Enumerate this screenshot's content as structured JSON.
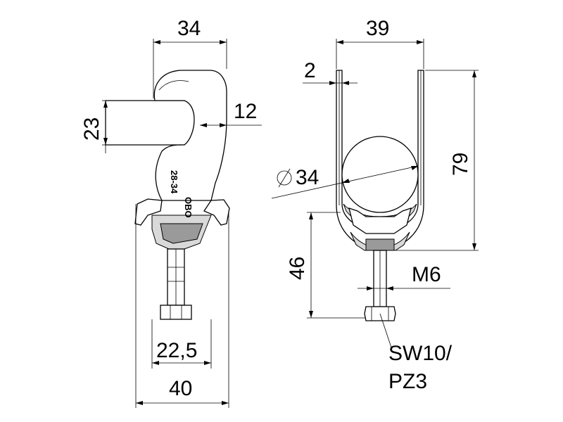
{
  "dimensions": {
    "side_width_top": "34",
    "side_height": "23",
    "side_offset": "12",
    "side_bolt_spacing": "22,5",
    "side_width_bottom": "40",
    "front_width": "39",
    "front_wall": "2",
    "front_diameter": "34",
    "front_height": "79",
    "front_bolt_height": "46",
    "front_thread": "M6",
    "front_tool_line1": "SW10/",
    "front_tool_line2": "PZ3"
  },
  "markings": {
    "size_range": "28-34",
    "brand": "OBO"
  }
}
